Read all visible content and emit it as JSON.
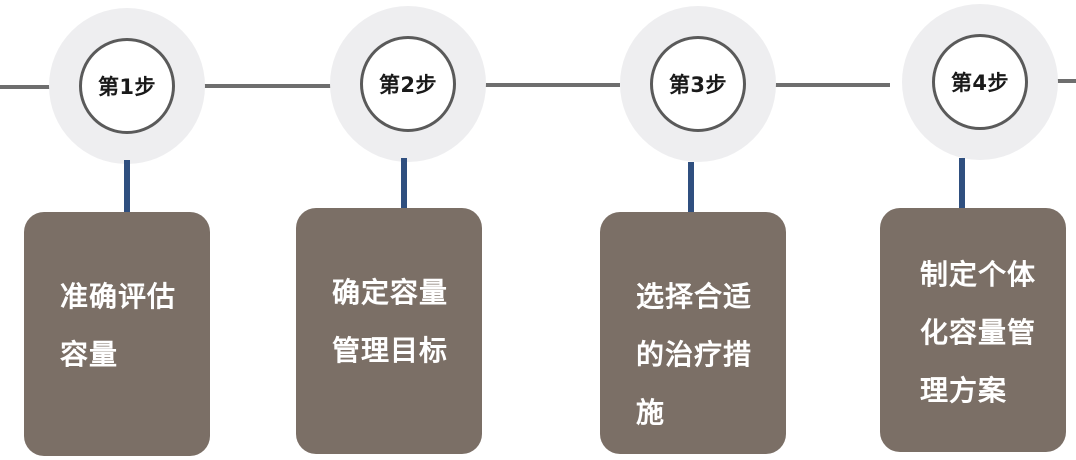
{
  "steps": [
    {
      "label": "第1步",
      "text": "准确评估容量"
    },
    {
      "label": "第2步",
      "text": "确定容量管理目标"
    },
    {
      "label": "第3步",
      "text": "选择合适的治疗措施"
    },
    {
      "label": "第4步",
      "text": "制定个体化容量管理方案"
    }
  ],
  "colors": {
    "card_bg": "#7b6f66",
    "stem": "#2f4f7f",
    "halo": "#eeeef0",
    "timeline": "#6e6e6e"
  }
}
